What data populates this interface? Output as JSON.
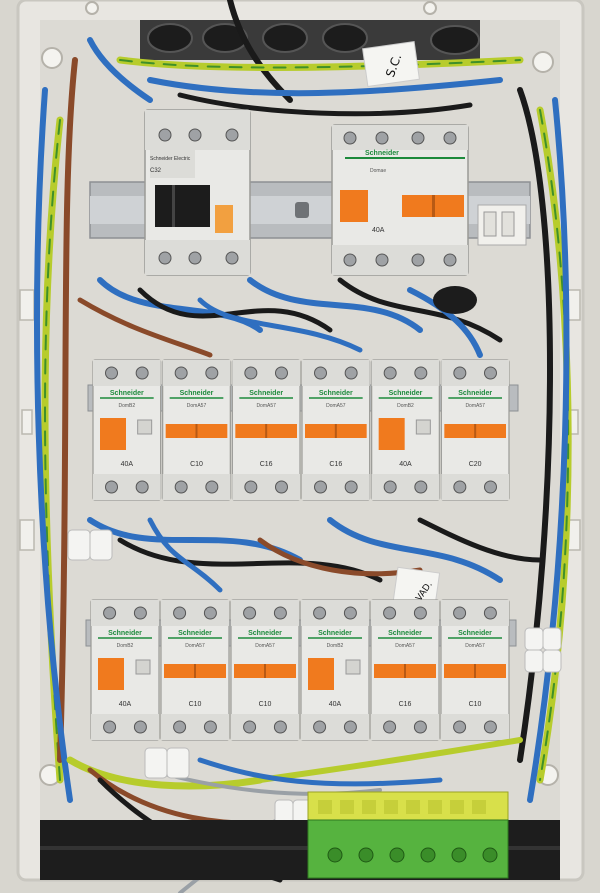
{
  "scene": {
    "colors": {
      "background": "#e6e3dc",
      "enclosure": "#e8e6e1",
      "breaker_body": "#e9e9e6",
      "toggle_orange": "#f07a1e",
      "wire_blue": "#2f6fc0",
      "wire_black": "#1a1a1a",
      "wire_brown": "#8a4a2a",
      "wire_yellow_green": "#b7cc2c",
      "terminal_green": "#56b33f",
      "terminal_yellow": "#d8e04a",
      "din_rail": "#b9bcbf"
    },
    "top_left_device": {
      "brand": "Schneider Electric",
      "rating": "C32"
    },
    "top_right_device": {
      "brand": "Schneider",
      "model": "Domae",
      "rating": "40A"
    },
    "top_label_text": "S.C.",
    "middle_row": [
      {
        "brand": "Schneider",
        "model": "DomB2",
        "rating": "40A",
        "type": "rcd"
      },
      {
        "brand": "Schneider",
        "model": "DomA57",
        "rating": "C10",
        "type": "mcb"
      },
      {
        "brand": "Schneider",
        "model": "DomA57",
        "rating": "C16",
        "type": "mcb"
      },
      {
        "brand": "Schneider",
        "model": "DomA57",
        "rating": "C16",
        "type": "mcb"
      },
      {
        "brand": "Schneider",
        "model": "DomB2",
        "rating": "40A",
        "type": "rcd"
      },
      {
        "brand": "Schneider",
        "model": "DomA57",
        "rating": "C20",
        "type": "mcb"
      }
    ],
    "bottom_row": [
      {
        "brand": "Schneider",
        "model": "DomB2",
        "rating": "40A",
        "type": "rcd"
      },
      {
        "brand": "Schneider",
        "model": "DomA57",
        "rating": "C10",
        "type": "mcb"
      },
      {
        "brand": "Schneider",
        "model": "DomA57",
        "rating": "C10",
        "type": "mcb"
      },
      {
        "brand": "Schneider",
        "model": "DomB2",
        "rating": "40A",
        "type": "rcd"
      },
      {
        "brand": "Schneider",
        "model": "DomA57",
        "rating": "C16",
        "type": "mcb"
      },
      {
        "brand": "Schneider",
        "model": "DomA57",
        "rating": "C10",
        "type": "mcb"
      }
    ],
    "side_label_text": "LAVAD."
  }
}
